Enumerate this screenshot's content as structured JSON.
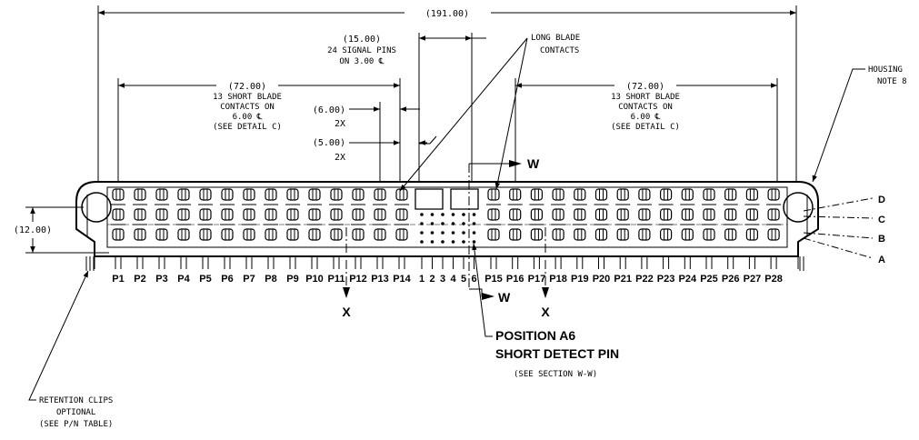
{
  "dimensions": {
    "overall": "(191.00)",
    "left_group": "(72.00)",
    "right_group": "(72.00)",
    "signal_group": "(15.00)",
    "pitch_6": "(6.00)",
    "pitch_5": "(5.00)",
    "times_6": "2X",
    "times_5": "2X",
    "height": "(12.00)"
  },
  "notes": {
    "left_short_blade": [
      "13 SHORT BLADE",
      "CONTACTS ON",
      "6.00 ℄",
      "(SEE DETAIL C)"
    ],
    "right_short_blade": [
      "13 SHORT BLADE",
      "CONTACTS ON",
      "6.00 ℄",
      "(SEE DETAIL C)"
    ],
    "signal_pins": [
      "24 SIGNAL PINS",
      "ON 3.00 ℄"
    ],
    "long_blade": [
      "LONG BLADE",
      "CONTACTS"
    ],
    "housing": [
      "HOUSING",
      "NOTE 8"
    ],
    "retention": [
      "RETENTION CLIPS",
      "OPTIONAL",
      "(SEE P/N TABLE)"
    ],
    "short_detect": [
      "POSITION A6",
      "SHORT DETECT PIN"
    ],
    "short_detect_ref": "(SEE SECTION W-W)"
  },
  "left_pins": [
    "P1",
    "P2",
    "P3",
    "P4",
    "P5",
    "P6",
    "P7",
    "P8",
    "P9",
    "P10",
    "P11",
    "P12",
    "P13",
    "P14"
  ],
  "signal_cols": [
    "1",
    "2",
    "3",
    "4",
    "5",
    "6"
  ],
  "right_pins": [
    "P15",
    "P16",
    "P17",
    "P18",
    "P19",
    "P20",
    "P21",
    "P22",
    "P23",
    "P24",
    "P25",
    "P26",
    "P27",
    "P28"
  ],
  "rows": [
    "D",
    "C",
    "B",
    "A"
  ],
  "sections": {
    "w_top": "W",
    "w_bottom": "W",
    "x_left": "X",
    "x_right": "X"
  }
}
